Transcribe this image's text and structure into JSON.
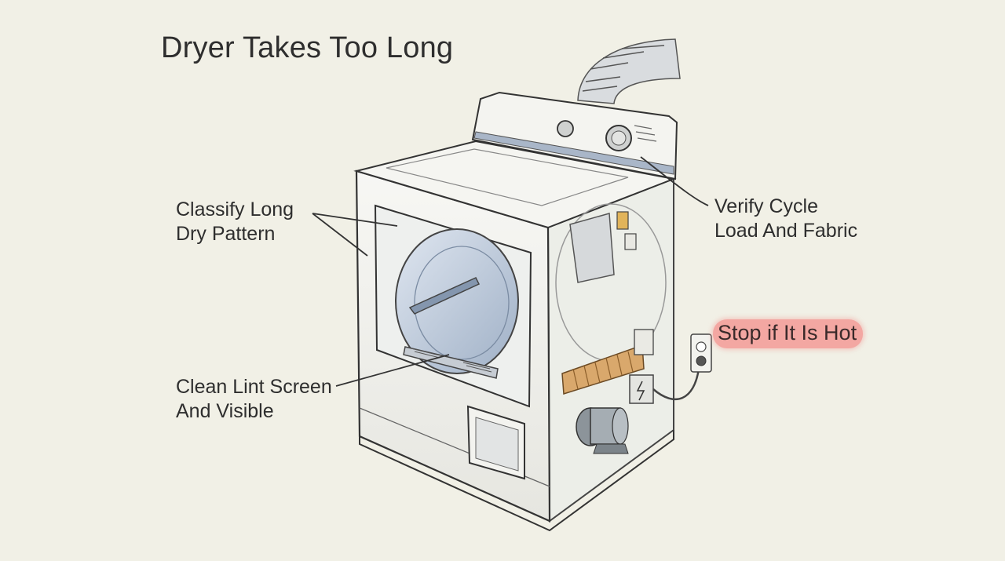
{
  "title": "Dryer Takes Too Long",
  "callouts": {
    "classify": [
      "Classify Long",
      "Dry Pattern"
    ],
    "verify": [
      "Verify Cycle",
      "Load And Fabric"
    ],
    "clean": [
      "Clean Lint Screen",
      "And Visible"
    ],
    "stop": "Stop if It Is Hot"
  },
  "colors": {
    "background": "#f1f0e6",
    "highlight": "#f3a7a2",
    "heater": "#d9a86c"
  }
}
